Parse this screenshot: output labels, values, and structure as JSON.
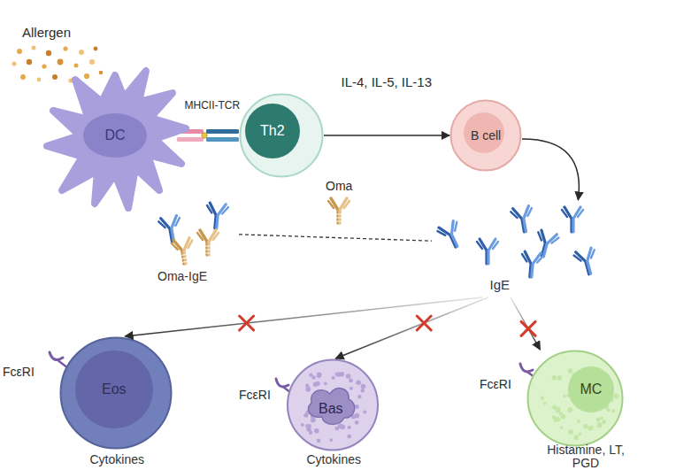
{
  "diagram": {
    "nodes": [
      {
        "text": [
          "DC"
        ]
      },
      {
        "text": [
          "Th2"
        ]
      },
      {
        "text": [
          "B cell"
        ]
      },
      {
        "text": [
          "Oma-IgE"
        ]
      },
      {
        "text": [
          "IgE"
        ]
      },
      {
        "text": [
          "Eos",
          "Cytokines"
        ]
      },
      {
        "text": [
          "Bas",
          "Cytokines"
        ]
      },
      {
        "text": [
          "MC",
          "Histamine, LT, PGD"
        ]
      }
    ],
    "edges": [
      {
        "from": 1,
        "to": 2,
        "arrow": "to",
        "label": "IL-4, IL-5, IL-13"
      },
      {
        "from": 2,
        "to": 4,
        "arrow": "to"
      },
      {
        "from": 3,
        "to": 4,
        "arrow": "none"
      },
      {
        "from": 4,
        "to": 5,
        "arrow": "to"
      },
      {
        "from": 4,
        "to": 6,
        "arrow": "to"
      },
      {
        "from": 4,
        "to": 7,
        "arrow": "to"
      }
    ],
    "labels": [
      "Allergen",
      "MHCII-TCR",
      "Oma",
      "FcεRI",
      "FcεRI",
      "FcεRI"
    ]
  }
}
